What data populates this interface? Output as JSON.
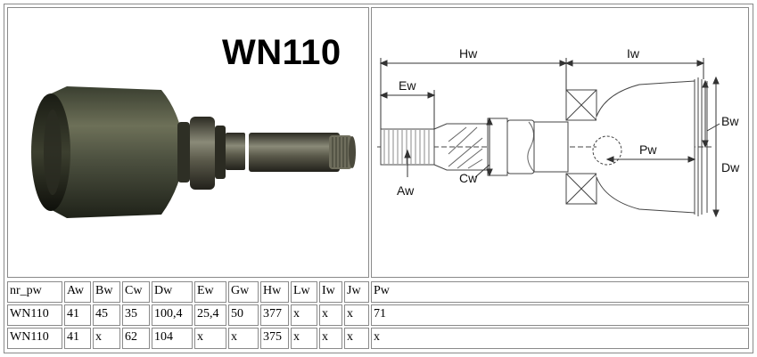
{
  "product": {
    "title": "WN110"
  },
  "drawing": {
    "labels": {
      "hw": "Hw",
      "iw": "Iw",
      "ew": "Ew",
      "bw": "Bw",
      "dw": "Dw",
      "pw": "Pw",
      "cw": "Cw",
      "aw": "Aw"
    }
  },
  "table": {
    "headers": [
      "nr_pw",
      "Aw",
      "Bw",
      "Cw",
      "Dw",
      "Ew",
      "Gw",
      "Hw",
      "Lw",
      "Iw",
      "Jw",
      "Pw"
    ],
    "rows": [
      [
        "WN110",
        "41",
        "45",
        "35",
        "100,4",
        "25,4",
        "50",
        "377",
        "x",
        "x",
        "x",
        "71"
      ],
      [
        "WN110",
        "41",
        "x",
        "62",
        "104",
        "x",
        "x",
        "375",
        "x",
        "x",
        "x",
        "x"
      ]
    ]
  }
}
